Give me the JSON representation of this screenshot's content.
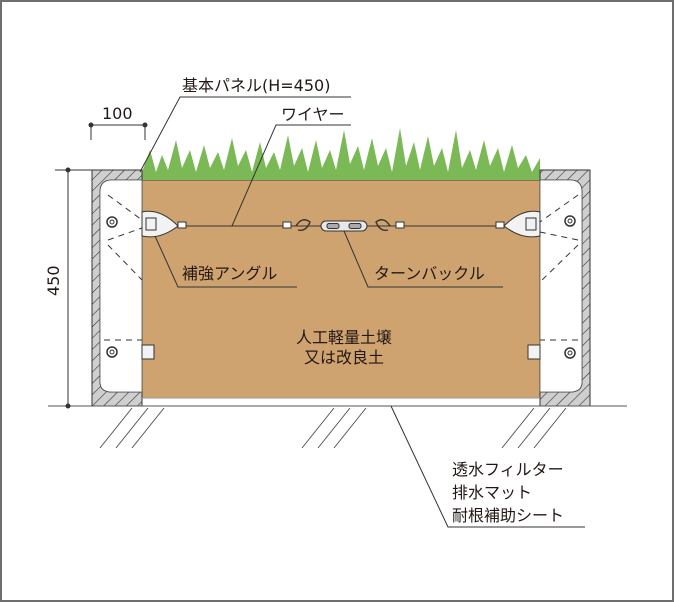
{
  "diagram": {
    "type": "cross-section",
    "labels": {
      "panel": "基本パネル(H=450)",
      "wire": "ワイヤー",
      "angle": "補強アングル",
      "turnbuckle": "ターンバックル",
      "soil_line1": "人工軽量土壌",
      "soil_line2": "又は改良土",
      "bottom_line1": "透水フィルター",
      "bottom_line2": "排水マット",
      "bottom_line3": "耐根補助シート"
    },
    "dimensions": {
      "width": "100",
      "height": "450"
    },
    "colors": {
      "soil": "#cfa36f",
      "grass": "#7ab955",
      "panel_wall": "#cfcfcf",
      "line": "#231815",
      "frame": "#6e6e6e"
    }
  }
}
